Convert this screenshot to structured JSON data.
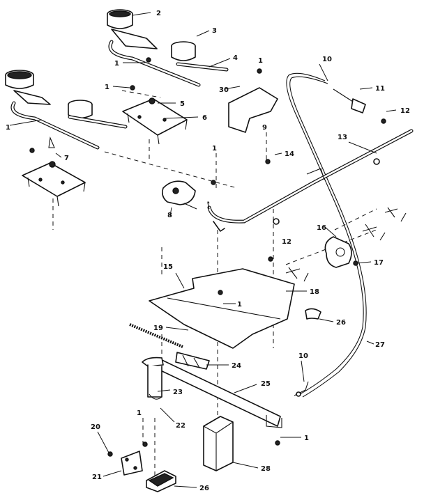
{
  "diagram": {
    "callouts": {
      "c2": "2",
      "c3": "3",
      "c1_a": "1",
      "c4": "4",
      "c1_b": "1",
      "c10": "10",
      "c11": "11",
      "c1_c": "1",
      "c5": "5",
      "c30": "30",
      "c12_a": "12",
      "c1_d": "1",
      "c6": "6",
      "c9": "9",
      "c13": "13",
      "c7": "7",
      "c14": "14",
      "c1_e": "1",
      "c8": "8",
      "c16": "16",
      "c12_b": "12",
      "c17": "17",
      "c15": "15",
      "c1_f": "1",
      "c18": "18",
      "c26_a": "26",
      "c19": "19",
      "c27": "27",
      "c10_b": "10",
      "c24": "24",
      "c25": "25",
      "c23": "23",
      "c22": "22",
      "c20": "20",
      "c1_g": "1",
      "c1_h": "1",
      "c21": "21",
      "c26_b": "26",
      "c28": "28"
    }
  }
}
